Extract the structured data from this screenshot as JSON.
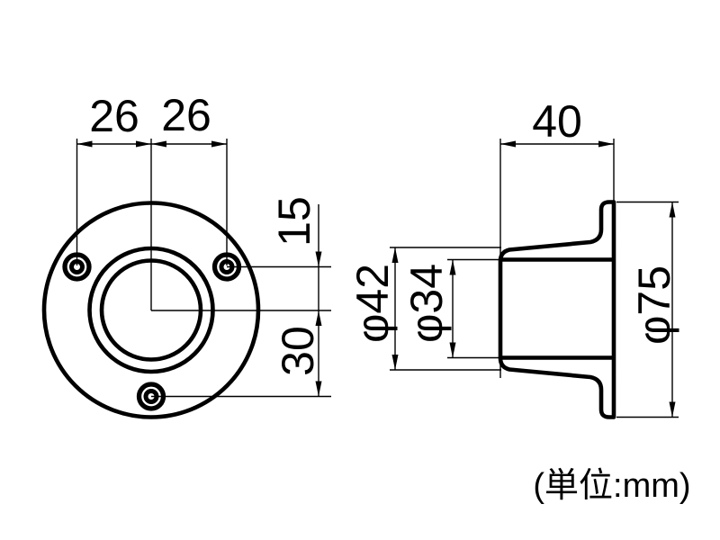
{
  "drawing": {
    "front_view": {
      "dims": {
        "left_offset": "26",
        "right_offset": "26",
        "top_offset": "15",
        "bottom_offset": "30"
      }
    },
    "side_view": {
      "dims": {
        "depth": "40",
        "outer_diameter": "φ42",
        "bore_diameter": "φ34",
        "flange_diameter": "φ75"
      }
    },
    "unit_note": "(単位:mm)",
    "colors": {
      "line": "#000000",
      "background": "#ffffff"
    }
  }
}
